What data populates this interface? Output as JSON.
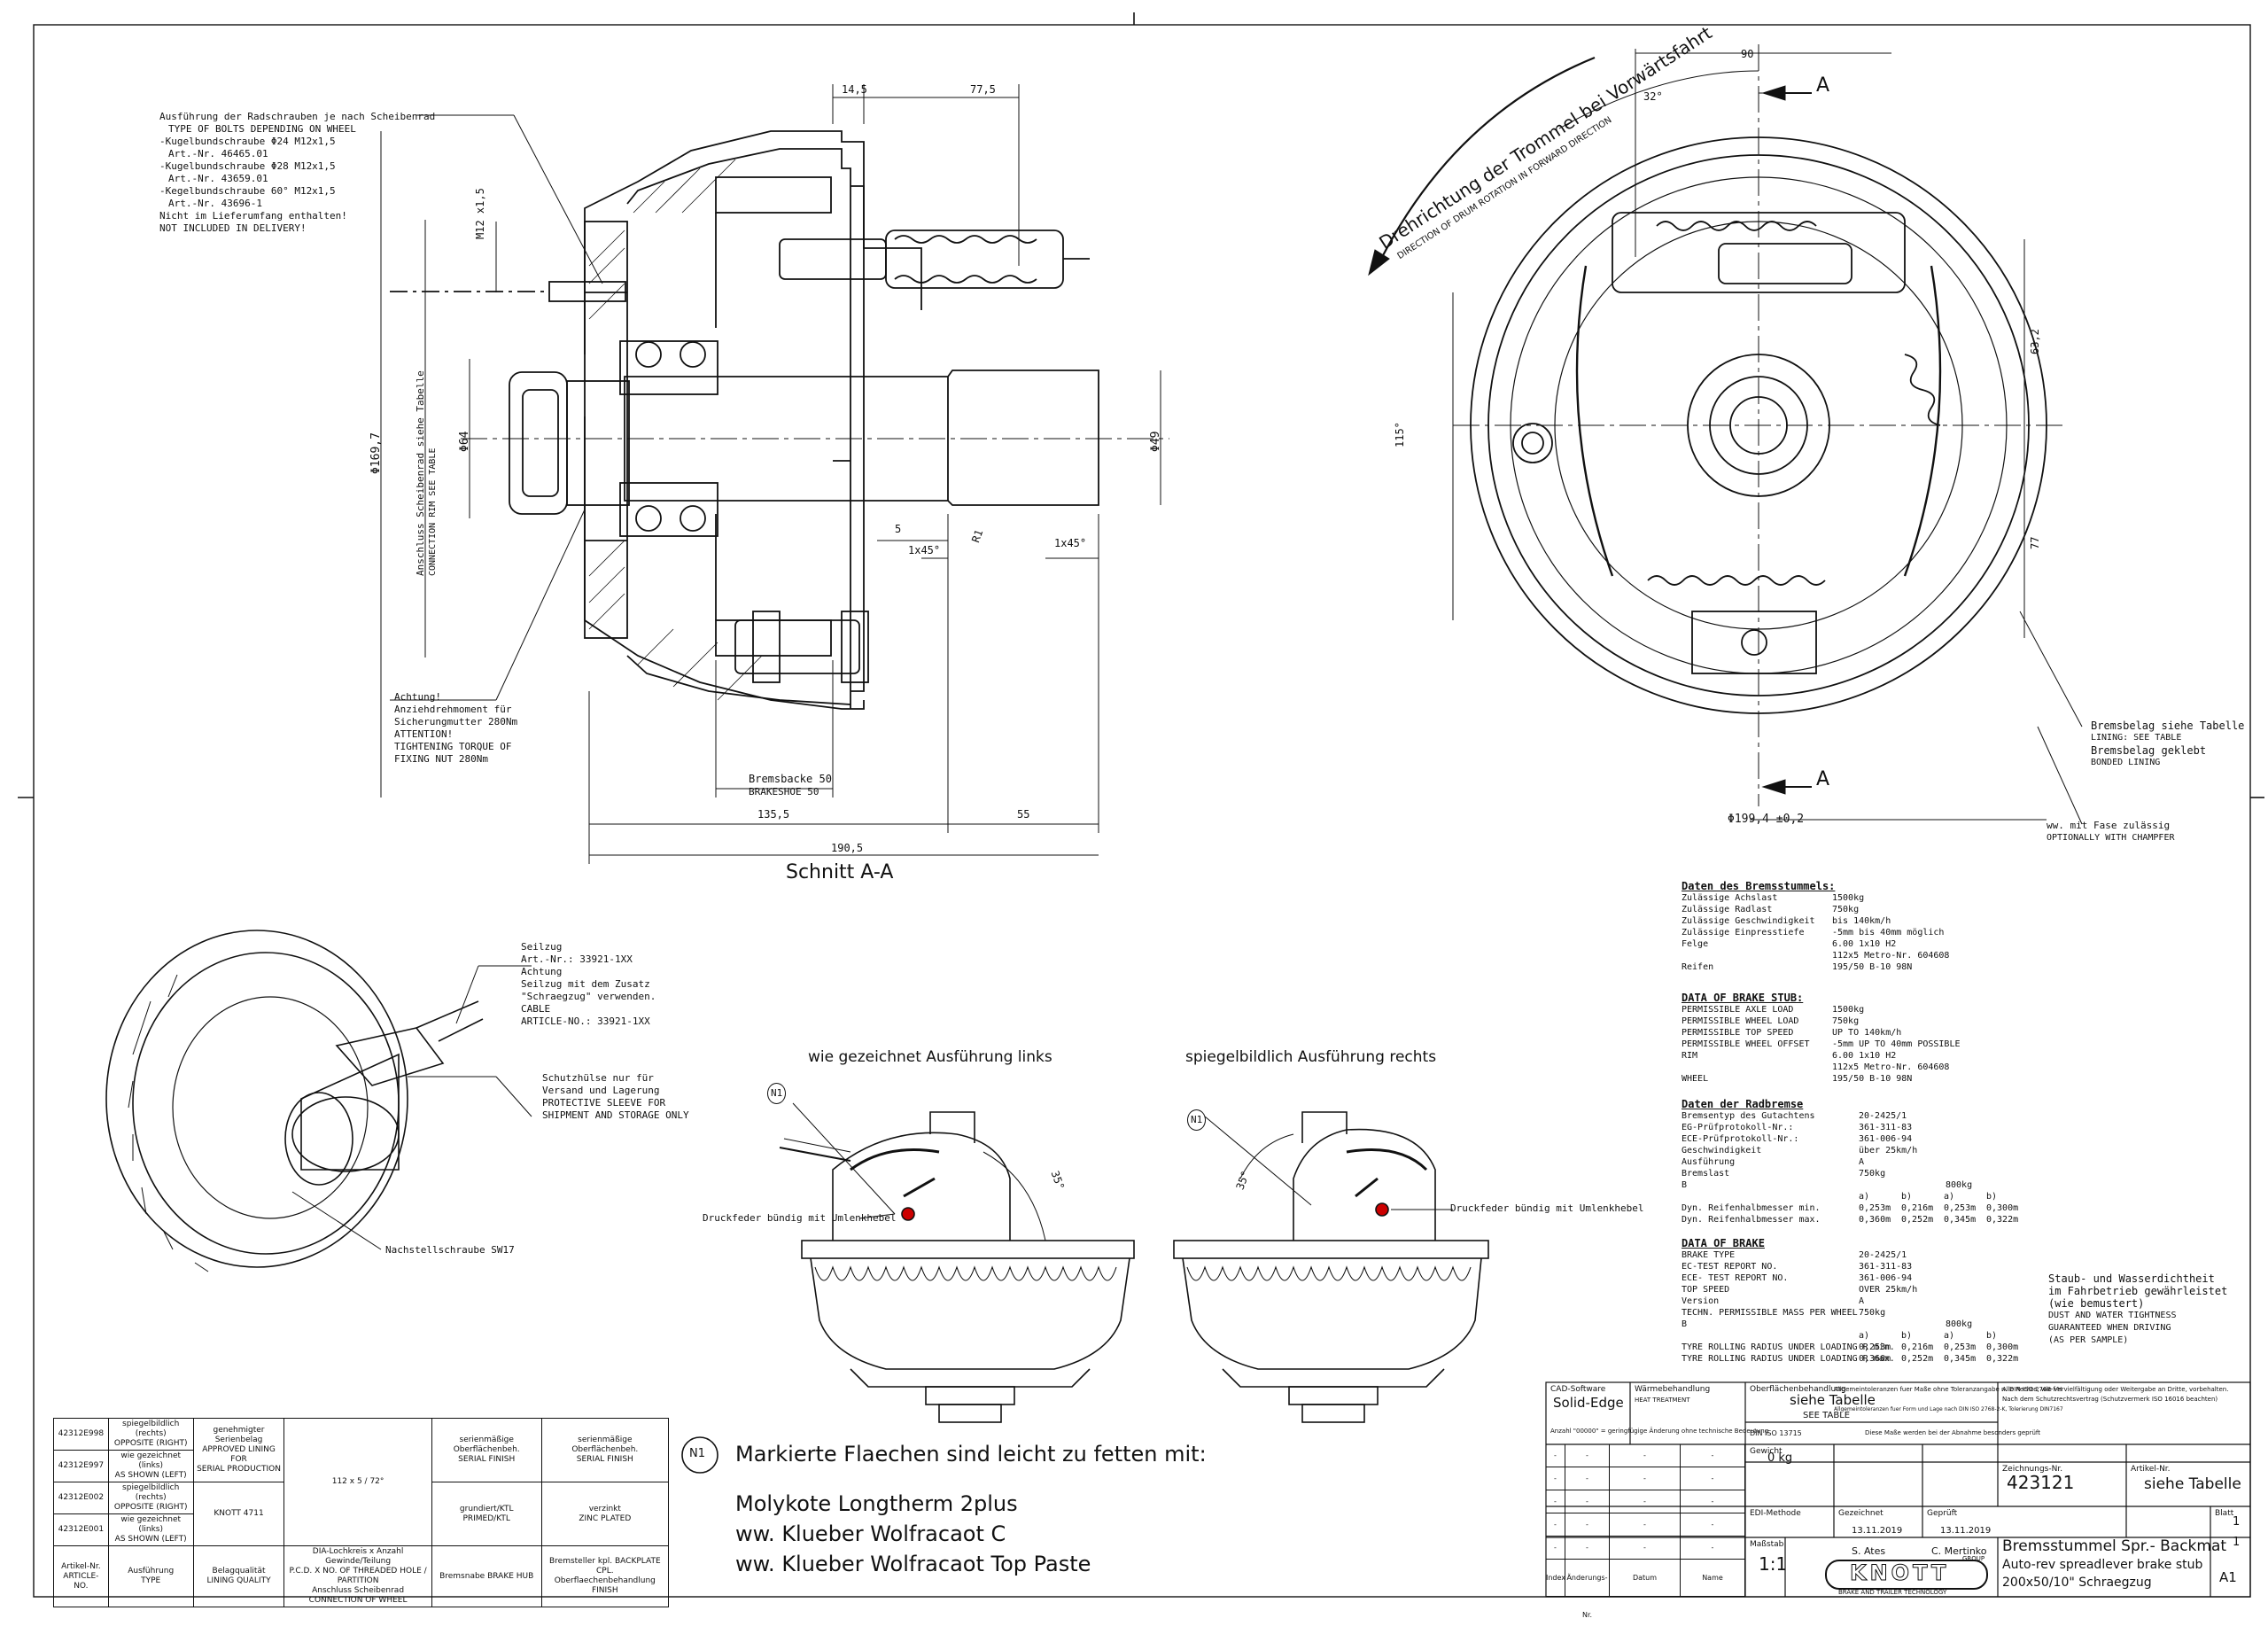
{
  "notes": {
    "bolts": [
      "Ausführung der Radschrauben je nach Scheibenrad",
      "TYPE OF BOLTS DEPENDING ON WHEEL",
      "-Kugelbundschraube Φ24 M12x1,5",
      "Art.-Nr. 46465.01",
      "-Kugelbundschraube Φ28 M12x1,5",
      "Art.-Nr. 43659.01",
      "-Kegelbundschraube 60° M12x1,5",
      "Art.-Nr. 43696-1",
      "Nicht im Lieferumfang enthalten!",
      "NOT INCLUDED IN DELIVERY!"
    ],
    "torque": [
      "Achtung!",
      "Anziehdrehmoment für",
      "Sicherungmutter 280Nm",
      "ATTENTION!",
      "TIGHTENING TORQUE OF",
      "FIXING NUT 280Nm"
    ],
    "direction": [
      "Drehrichtung der Trommel bei Vorwärtsfahrt",
      "DIRECTION OF DRUM ROTATION IN FORWARD DIRECTION"
    ],
    "lining": [
      "Bremsbelag siehe Tabelle",
      "LINING: SEE TABLE",
      "Bremsbelag geklebt",
      "BONDED LINING"
    ],
    "chamfer": [
      "ww. mit Fase zulässig",
      "OPTIONALLY WITH CHAMPFER"
    ],
    "cable": [
      "Seilzug",
      "Art.-Nr.: 33921-1XX",
      "Achtung",
      "Seilzug mit dem Zusatz",
      "\"Schraegzug\" verwenden.",
      "CABLE",
      "ARTICLE-NO.: 33921-1XX"
    ],
    "sleeve": [
      "Schutzhülse nur für",
      "Versand und Lagerung",
      "PROTECTIVE SLEEVE FOR",
      "SHIPMENT AND STORAGE ONLY"
    ],
    "adjust": "Nachstellschraube SW17",
    "dust": [
      "Staub- und Wasserdichtheit",
      "im Fahrbetrieb gewährleistet",
      "(wie bemustert)",
      "DUST AND WATER TIGHTNESS",
      "GUARANTEED WHEN DRIVING",
      "(AS PER SAMPLE)"
    ],
    "spring_left": "Druckfeder bündig mit Umlenkhebel",
    "spring_right": "Druckfeder bündig mit Umlenkhebel"
  },
  "section": {
    "title": "Schnitt A-A",
    "m12": "M12 x1,5",
    "anschluss": [
      "Anschluss Scheibenrad siehe Tabelle",
      "CONNECTION RIM SEE TABLE"
    ],
    "dims": {
      "d169": "Φ169,7",
      "d64": "Φ64",
      "d49": "Φ49",
      "w145": "14,5",
      "w775": "77,5",
      "w5": "5",
      "r1": "R1",
      "c1": "1x45°",
      "c2": "1x45°",
      "w1355": "135,5",
      "w1905": "190,5",
      "w55": "55"
    },
    "shoe": [
      "Bremsbacke 50",
      "BRAKESHOE 50"
    ]
  },
  "front": {
    "a_top": "A",
    "a_bottom": "A",
    "d90": "90",
    "ang32": "32°",
    "d632": "63,2",
    "d77": "77",
    "d115": "115°",
    "d1994": "Φ199,4 ±0,2"
  },
  "mirror": {
    "left_title": "wie gezeichnet Ausführung links",
    "right_title": "spiegelbildlich Ausführung rechts",
    "n1": "N1",
    "ang_left": "35°",
    "ang_right": "35°"
  },
  "data_stub": {
    "de_title": "Daten des Bremsstummels:",
    "de_rows": [
      [
        "Zulässige Achslast",
        "1500kg"
      ],
      [
        "Zulässige Radlast",
        "750kg"
      ],
      [
        "Zulässige Geschwindigkeit",
        "bis 140km/h"
      ],
      [
        "Zulässige Einpresstiefe",
        "-5mm bis 40mm möglich"
      ],
      [
        "Felge",
        "6.00 1x10 H2"
      ],
      [
        "",
        "112x5 Metro-Nr. 604608"
      ],
      [
        "Reifen",
        "195/50 B-10 98N"
      ]
    ],
    "en_title": "DATA OF BRAKE STUB:",
    "en_rows": [
      [
        "PERMISSIBLE AXLE LOAD",
        "1500kg"
      ],
      [
        "PERMISSIBLE WHEEL LOAD",
        "750kg"
      ],
      [
        "PERMISSIBLE TOP SPEED",
        "UP TO 140km/h"
      ],
      [
        "PERMISSIBLE WHEEL OFFSET",
        "-5mm UP TO 40mm POSSIBLE"
      ],
      [
        "RIM",
        "6.00 1x10 H2"
      ],
      [
        "",
        "112x5 Metro-Nr. 604608"
      ],
      [
        "WHEEL",
        "195/50 B-10 98N"
      ]
    ]
  },
  "data_brake": {
    "de_title": "Daten der Radbremse",
    "de_rows": [
      [
        "Bremsentyp des Gutachtens",
        "20-2425/1"
      ],
      [
        "EG-Prüfprotokoll-Nr.:",
        "361-311-83"
      ],
      [
        "ECE-Prüfprotokoll-Nr.:",
        "361-006-94"
      ],
      [
        "Geschwindigkeit",
        "über 25km/h"
      ],
      [
        "Ausführung",
        "A"
      ],
      [
        "Bremslast",
        "750kg"
      ]
    ],
    "de_b": [
      "B",
      "800kg"
    ],
    "hdr_cols": [
      "a)",
      "b)",
      "a)",
      "b)"
    ],
    "de_rad_min": [
      "Dyn. Reifenhalbmesser min.",
      "0,253m",
      "0,216m",
      "0,253m",
      "0,300m"
    ],
    "de_rad_max": [
      "Dyn. Reifenhalbmesser max.",
      "0,360m",
      "0,252m",
      "0,345m",
      "0,322m"
    ],
    "en_title": "DATA OF BRAKE",
    "en_rows": [
      [
        "BRAKE TYPE",
        "20-2425/1"
      ],
      [
        "EC-TEST REPORT NO.",
        "361-311-83"
      ],
      [
        "ECE- TEST REPORT NO.",
        "361-006-94"
      ],
      [
        "TOP SPEED",
        "OVER 25km/h"
      ],
      [
        "Version",
        "A"
      ],
      [
        "TECHN. PERMISSIBLE MASS PER WHEEL",
        "750kg"
      ]
    ],
    "en_b": [
      "B",
      "800kg"
    ],
    "en_rad_min": [
      "TYRE ROLLING RADIUS UNDER LOADING R min.",
      "0,253m",
      "0,216m",
      "0,253m",
      "0,300m"
    ],
    "en_rad_max": [
      "TYRE ROLLING RADIUS UNDER LOADING R max.",
      "0,360m",
      "0,252m",
      "0,345m",
      "0,322m"
    ]
  },
  "grease": {
    "n1": "N1",
    "title": "Markierte Flaechen sind leicht zu fetten mit:",
    "items": [
      "Molykote Longtherm 2plus",
      "ww. Klueber Wolfracaot C",
      "ww. Klueber Wolfracaot Top Paste"
    ]
  },
  "variants": {
    "rows": [
      [
        "42312E998",
        "spiegelbildlich (rechts)",
        "OPPOSITE (RIGHT)"
      ],
      [
        "42312E997",
        "wie gezeichnet (links)",
        "AS SHOWN (LEFT)"
      ],
      [
        "42312E002",
        "spiegelbildlich (rechts)",
        "OPPOSITE (RIGHT)"
      ],
      [
        "42312E001",
        "wie gezeichnet (links)",
        "AS SHOWN (LEFT)"
      ]
    ],
    "lining_approved": [
      "genehmigter Serienbelag",
      "APPROVED LINING FOR",
      "SERIAL PRODUCTION"
    ],
    "knott": "KNOTT 4711",
    "pcd": "112 x 5 / 72°",
    "finish1": [
      "serienmäßige Oberflächenbeh.",
      "SERIAL FINISH"
    ],
    "finish2": [
      "serienmäßige Oberflächenbeh.",
      "SERIAL FINISH"
    ],
    "primed": [
      "grundiert/KTL",
      "PRIMED/KTL"
    ],
    "zinc": [
      "verzinkt",
      "ZINC PLATED"
    ],
    "hdr_art": [
      "Artikel-Nr.",
      "ARTICLE-NO."
    ],
    "hdr_type": [
      "Ausführung",
      "TYPE"
    ],
    "hdr_quality": [
      "Belagqualität",
      "LINING QUALITY"
    ],
    "hdr_pcd": [
      "DIA-Lochkreis x Anzahl Gewinde/Teilung",
      "P.C.D. X NO. OF THREADED HOLE / PARTITION",
      "Anschluss Scheibenrad",
      "CONNECTION OF WHEEL"
    ],
    "hdr_hub": [
      "Bremsnabe",
      "BRAKE HUB"
    ],
    "hdr_plate": [
      "Bremsteller kpl.",
      "BACKPLATE CPL."
    ],
    "hdr_finish": [
      "Oberflaechenbehandlung",
      "FINISH"
    ]
  },
  "titleblock": {
    "cad_label": "CAD-Software",
    "cad": "Solid-Edge",
    "heat_label": "Wärmebehandlung",
    "heat": "HEAT TREATMENT",
    "surface_label": "Oberflächenbehandlung",
    "surface": "siehe Tabelle",
    "surface_en": "SEE TABLE",
    "tol": "Allgemeintoleranzen fuer Maße ohne Toleranzangabe n. DIN ISO 2768-f-H",
    "tol2": "Allgemeintoleranzen fuer Form und Lage nach DIN ISO 2768-2-K, Tolerierung DIN7167",
    "iso": "DIN ISO 13715",
    "copyright": "Alle Rechte, wie Vervielfältigung oder Weitergabe an Dritte, vorbehalten. Nach dem Schutzrechtsvertrag (Schutzvermerk ISO 16016 beachten)",
    "note_measure": "Diese Maße werden bei der Abnahme besonders geprüft",
    "weight_label": "Gewicht",
    "weight": "0 kg",
    "method": "EDI-Methode",
    "created_label": "Gezeichnet",
    "created": "13.11.2019",
    "approved_label": "Geprüft",
    "approved": "13.11.2019",
    "created_by": "S. Ates",
    "approved_by": "C. Mertinko",
    "scale_label": "Maßstab",
    "scale": "1:1",
    "company": "KNOTT",
    "company_sub": "BRAKE AND TRAILER TECHNOLOGY",
    "company_group": "GROUP",
    "drawing_no_label": "Zeichnungs-Nr.",
    "drawing_no": "423121",
    "article_label": "Artikel-Nr.",
    "article": "siehe Tabelle",
    "desc": [
      "Bremsstummel Spr.- Backmat",
      "Auto-rev spreadlever brake stub",
      "200x50/10\"  Schraegzug"
    ],
    "sheet_label": "Blatt",
    "sheet": "1",
    "of": "1",
    "format": "A1",
    "rev_hdr": [
      "Index",
      "Änderungs-Nr.",
      "Datum",
      "Name"
    ],
    "rev_rows": [
      [
        "-",
        "-",
        "-",
        "-"
      ],
      [
        "-",
        "-",
        "-",
        "-"
      ],
      [
        "-",
        "-",
        "-",
        "-"
      ],
      [
        "-",
        "-",
        "-",
        "-"
      ],
      [
        "-",
        "-",
        "-",
        "-"
      ]
    ],
    "change_note": "Anzahl \"00000\" = geringfügige Änderung ohne technische Bedeutung"
  }
}
